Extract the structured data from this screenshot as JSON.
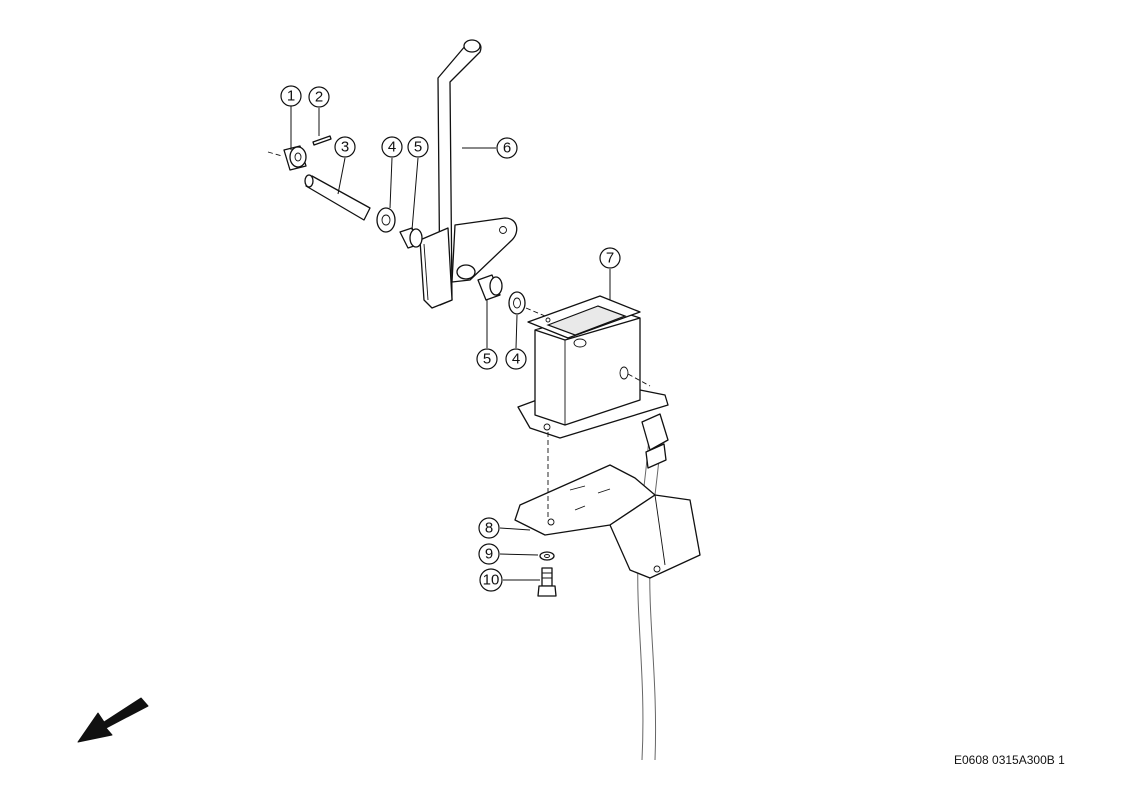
{
  "callouts": [
    {
      "id": "c1",
      "label": "1"
    },
    {
      "id": "c2",
      "label": "2"
    },
    {
      "id": "c3",
      "label": "3"
    },
    {
      "id": "c4a",
      "label": "4"
    },
    {
      "id": "c5a",
      "label": "5"
    },
    {
      "id": "c6",
      "label": "6"
    },
    {
      "id": "c7",
      "label": "7"
    },
    {
      "id": "c5b",
      "label": "5"
    },
    {
      "id": "c4b",
      "label": "4"
    },
    {
      "id": "c8",
      "label": "8"
    },
    {
      "id": "c9",
      "label": "9"
    },
    {
      "id": "c10",
      "label": "10"
    }
  ],
  "drawing_reference": "E0608 0315A300B 1",
  "direction_arrow_icon": "front-direction-arrow-icon",
  "colors": {
    "line": "#111111",
    "cable": "#666666",
    "background": "#ffffff"
  }
}
